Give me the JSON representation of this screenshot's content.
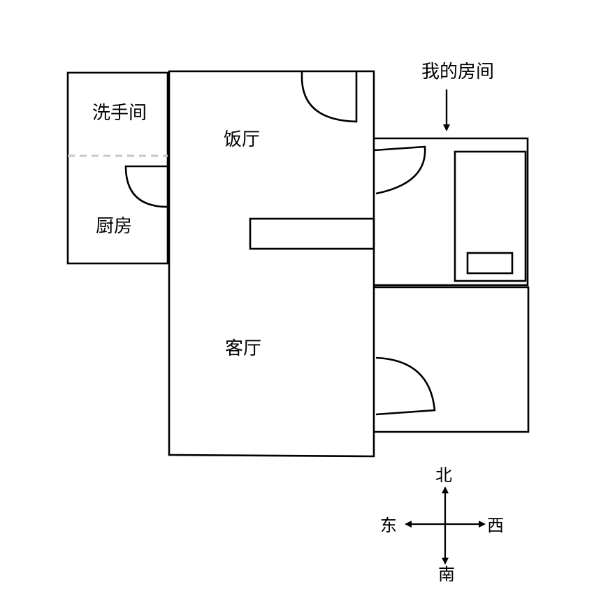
{
  "rooms": {
    "bathroom": "洗手间",
    "kitchen": "厨房",
    "dining_room": "饭厅",
    "living_room": "客厅"
  },
  "callout": {
    "my_room": "我的房间"
  },
  "compass": {
    "north": "北",
    "south": "南",
    "east": "东",
    "west": "西"
  }
}
